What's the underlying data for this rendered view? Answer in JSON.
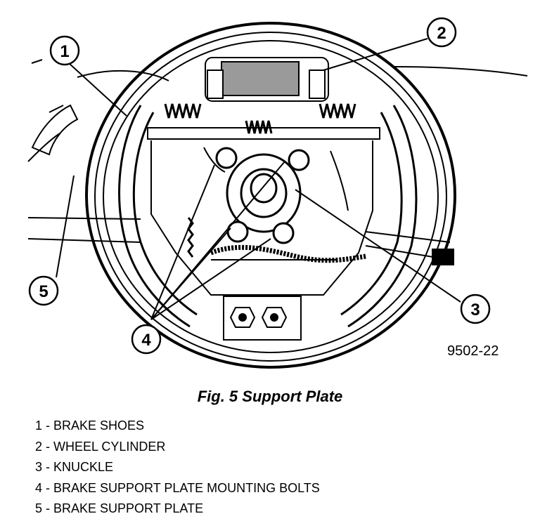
{
  "figure": {
    "callouts": [
      "1",
      "2",
      "3",
      "4",
      "5"
    ],
    "code": "9502-22"
  },
  "caption": "Fig. 5 Support Plate",
  "legend": [
    "1 - BRAKE SHOES",
    "2 - WHEEL CYLINDER",
    "3 - KNUCKLE",
    "4 - BRAKE SUPPORT PLATE MOUNTING BOLTS",
    "5 - BRAKE SUPPORT PLATE"
  ]
}
